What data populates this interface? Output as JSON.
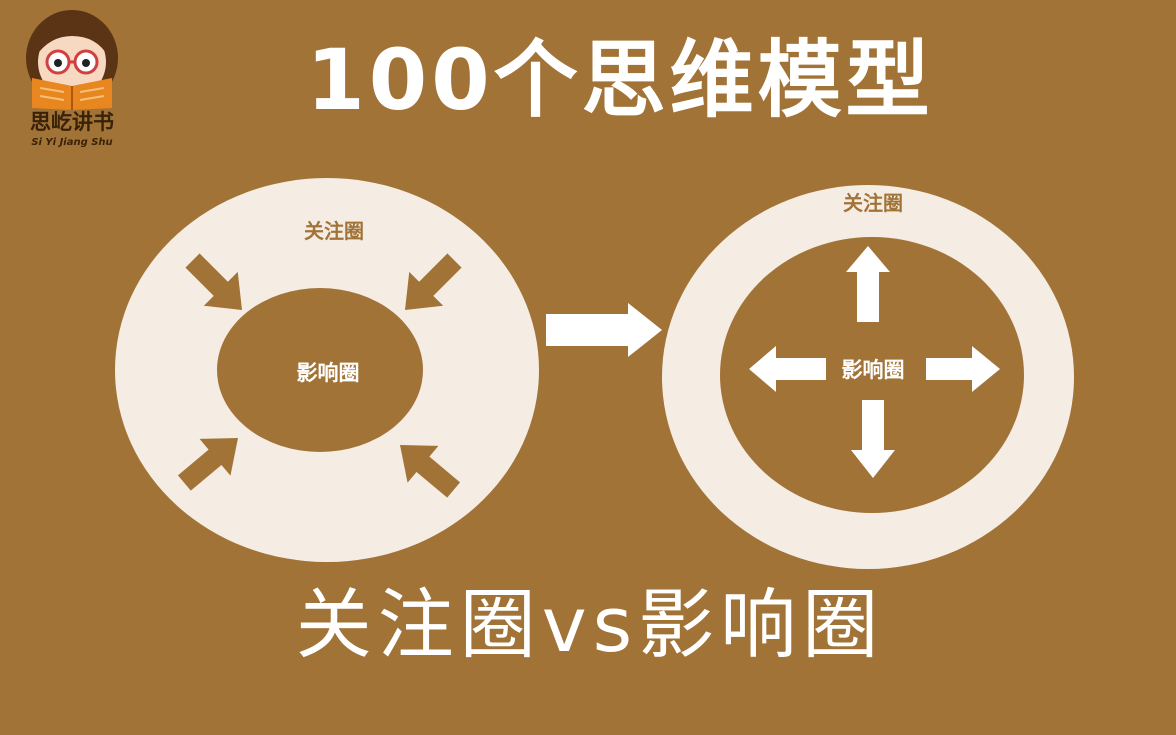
{
  "logo": {
    "icon": "girl-reading-book-icon",
    "name": "思屹讲书",
    "pinyin": "Si Yi Jiang Shu"
  },
  "title": "100个思维模型",
  "subtitle": "关注圈vs影响圈",
  "left_diagram": {
    "outer_label": "关注圈",
    "inner_label": "影响圈",
    "arrows_direction": "inward"
  },
  "right_diagram": {
    "outer_label": "关注圈",
    "inner_label": "影响圈",
    "arrows_direction": "outward"
  },
  "colors": {
    "background": "#a27337",
    "circle_light": "#f5ede4",
    "text_white": "#ffffff"
  }
}
